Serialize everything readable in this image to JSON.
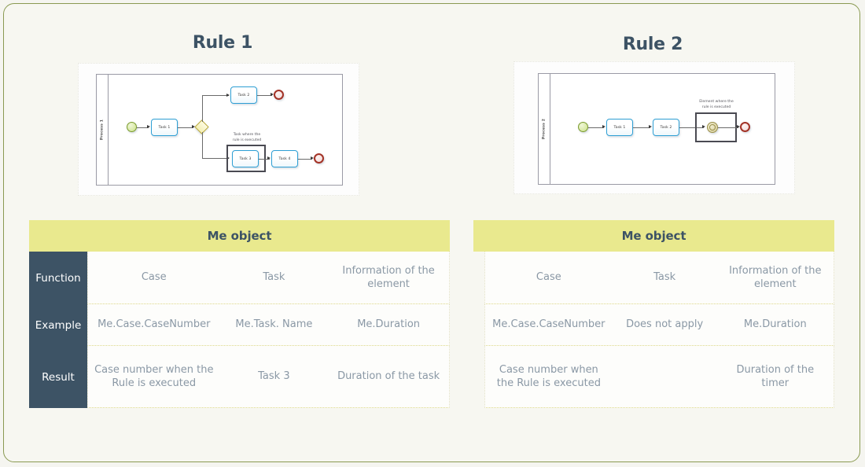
{
  "theme": {
    "page_background": "#f7f7f1",
    "page_border": "#8a9a52",
    "title_color": "#3d5365",
    "table_header_bg": "#e9e98e",
    "table_sidecol_bg": "#3d5365",
    "table_cell_text": "#8a98a5",
    "task_border": "#2e9fd4",
    "start_event_border": "#7a9a2e",
    "end_event_border": "#a33226",
    "gateway_border": "#b9a93a",
    "timer_border": "#9a8f4a",
    "highlight_border": "#4a4a52"
  },
  "diagrams": [
    {
      "title": "Rule 1",
      "pool_label": "Process 1",
      "note": "Task where the\nrule is executed",
      "shapes": {
        "start": "start-event",
        "task1": "Task 1",
        "gateway": "exclusive-gateway",
        "task2": "Task 2",
        "task3": "Task 3",
        "task4": "Task 4",
        "end_top": "end-event",
        "end_bottom": "end-event"
      }
    },
    {
      "title": "Rule 2",
      "pool_label": "Process 2",
      "note": "Element where the\nrule is executed",
      "shapes": {
        "start": "start-event",
        "task1": "Task 1",
        "task2": "Task 2",
        "timer": "timer-intermediate-event",
        "end": "end-event"
      }
    }
  ],
  "tables": [
    {
      "header": "Me object",
      "row_labels": [
        "Function",
        "Example",
        "Result"
      ],
      "columns": [
        "Case",
        "Task",
        "Information of the element"
      ],
      "rows": [
        [
          "Case",
          "Task",
          "Information of the element"
        ],
        [
          "Me.Case.CaseNumber",
          "Me.Task. Name",
          "Me.Duration"
        ],
        [
          "Case number when the Rule is executed",
          "Task 3",
          "Duration of the task"
        ]
      ]
    },
    {
      "header": "Me object",
      "row_labels": [
        "",
        "",
        ""
      ],
      "columns": [
        "Case",
        "Task",
        "Information of the element"
      ],
      "rows": [
        [
          "Case",
          "Task",
          "Information of the element"
        ],
        [
          "Me.Case.CaseNumber",
          "Does not apply",
          "Me.Duration"
        ],
        [
          "Case number when the Rule is executed",
          "",
          "Duration of the timer"
        ]
      ]
    }
  ]
}
